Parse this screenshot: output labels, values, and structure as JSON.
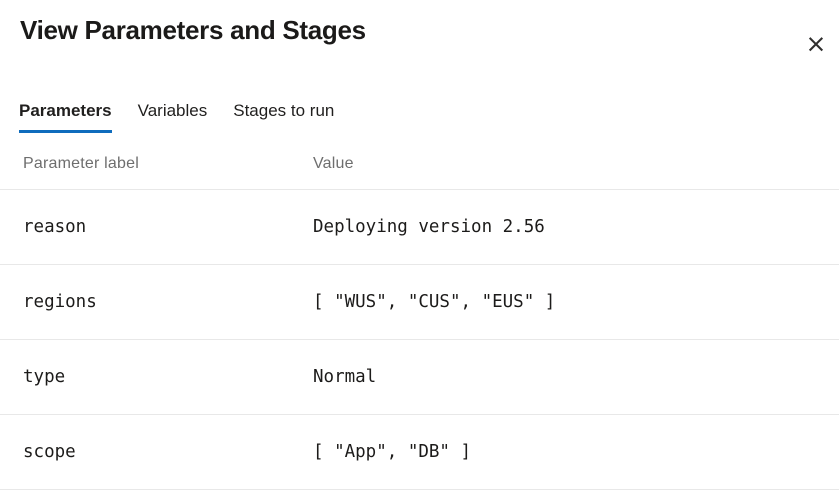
{
  "dialog": {
    "title": "View Parameters and Stages"
  },
  "icons": {
    "close": "×"
  },
  "tabs": [
    {
      "label": "Parameters",
      "active": true
    },
    {
      "label": "Variables",
      "active": false
    },
    {
      "label": "Stages to run",
      "active": false
    }
  ],
  "table": {
    "columns": {
      "label": "Parameter label",
      "value": "Value"
    },
    "rows": [
      {
        "label": "reason",
        "value": "Deploying version 2.56"
      },
      {
        "label": "regions",
        "value": "[ \"WUS\", \"CUS\", \"EUS\" ]"
      },
      {
        "label": "type",
        "value": "Normal"
      },
      {
        "label": "scope",
        "value": "[ \"App\", \"DB\" ]"
      }
    ]
  },
  "colors": {
    "accent": "#0f6cbd",
    "text": "#1b1a19",
    "muted": "#6e6e6e",
    "divider": "#e8e8e8"
  }
}
